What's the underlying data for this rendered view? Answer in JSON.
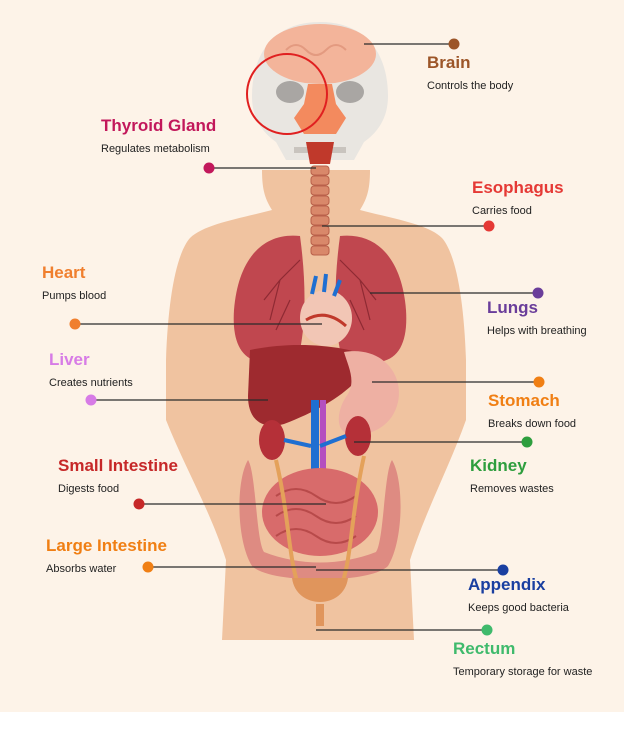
{
  "organs": [
    {
      "key": "brain",
      "title": "Brain",
      "desc": "Controls the body",
      "color": "#9c5528"
    },
    {
      "key": "thyroid",
      "title": "Thyroid Gland",
      "desc": "Regulates metabolism",
      "color": "#c2185b"
    },
    {
      "key": "esophagus",
      "title": "Esophagus",
      "desc": "Carries food",
      "color": "#e53935"
    },
    {
      "key": "heart",
      "title": "Heart",
      "desc": "Pumps blood",
      "color": "#f07f2e"
    },
    {
      "key": "lungs",
      "title": "Lungs",
      "desc": "Helps with breathing",
      "color": "#6a3d9a"
    },
    {
      "key": "liver",
      "title": "Liver",
      "desc": "Creates nutrients",
      "color": "#d77be6"
    },
    {
      "key": "stomach",
      "title": "Stomach",
      "desc": "Breaks down food",
      "color": "#f07f14"
    },
    {
      "key": "small-intestine",
      "title": "Small Intestine",
      "desc": "Digests food",
      "color": "#c62828"
    },
    {
      "key": "kidney",
      "title": "Kidney",
      "desc": "Removes wastes",
      "color": "#2e9e3e"
    },
    {
      "key": "large-intestine",
      "title": "Large Intestine",
      "desc": "Absorbs water",
      "color": "#f07f14"
    },
    {
      "key": "appendix",
      "title": "Appendix",
      "desc": "Keeps good bacteria",
      "color": "#1a3fa0"
    },
    {
      "key": "rectum",
      "title": "Rectum",
      "desc": "Temporary storage for waste",
      "color": "#3fba6c"
    }
  ]
}
